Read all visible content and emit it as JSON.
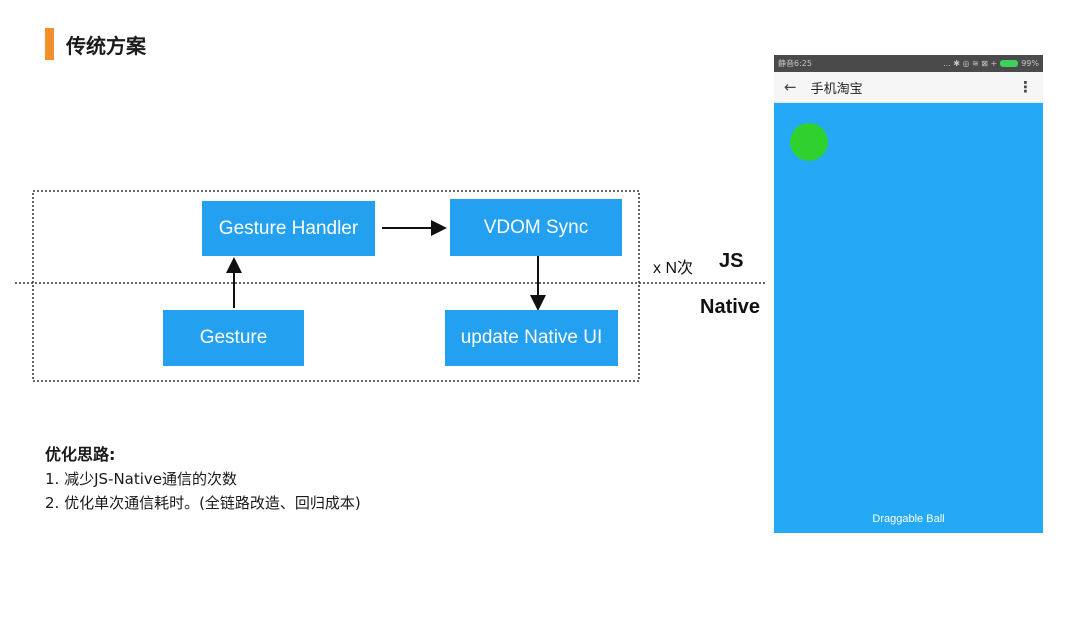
{
  "slide": {
    "title": "传统方案"
  },
  "diagram": {
    "boxes": {
      "gesture_handler": "Gesture Handler",
      "vdom_sync": "VDOM Sync",
      "gesture": "Gesture",
      "update_native_ui": "update Native UI"
    },
    "repeat_label": "x N次",
    "layer_js": "JS",
    "layer_native": "Native"
  },
  "notes": {
    "heading": "优化思路:",
    "items": [
      "1. 减少JS-Native通信的次数",
      "2. 优化单次通信耗时。(全链路改造、回归成本)"
    ]
  },
  "phone": {
    "status_time": "静音6:25",
    "status_icons": "... ✱ ◎ ≋ ⊠ +",
    "battery": "99%",
    "nav_title": "手机淘宝",
    "back_icon": "←",
    "more_icon": "⋮",
    "caption": "Draggable Ball",
    "ball_color": "#2fd12f",
    "screen_color": "#23a9f5"
  }
}
